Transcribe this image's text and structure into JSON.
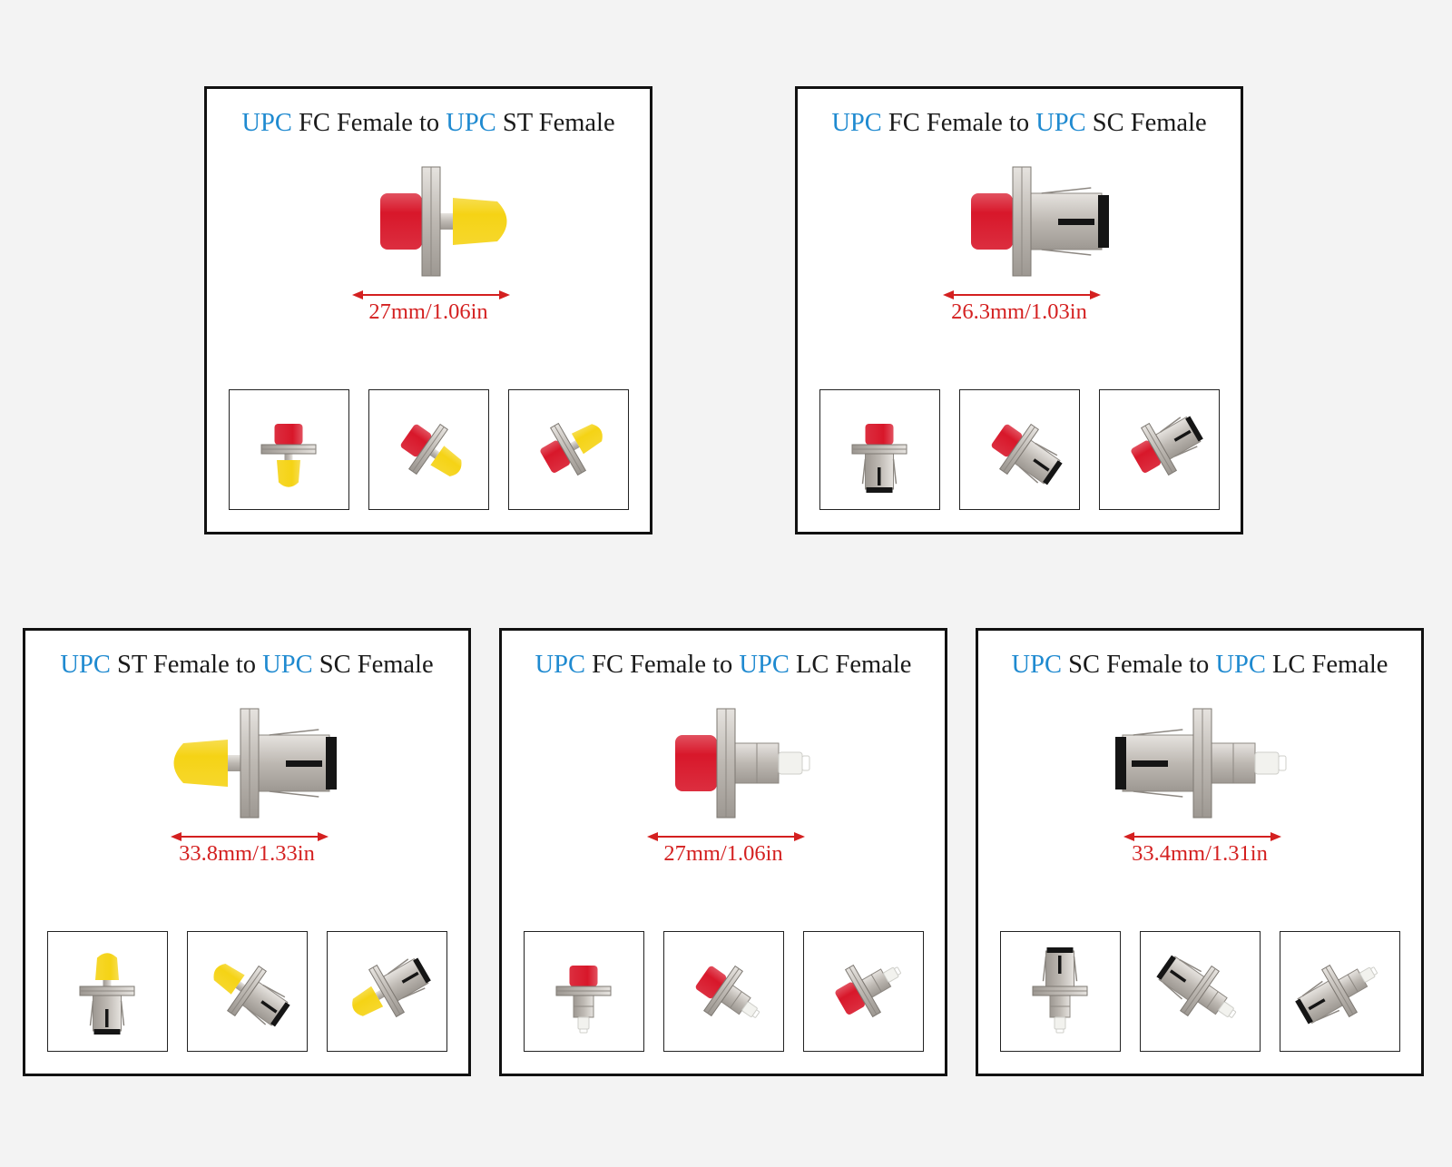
{
  "cards": [
    {
      "title": {
        "p1": "UPC",
        "p2": " FC Female to ",
        "p3": "UPC",
        "p4": " ST Female"
      },
      "dimension": "27mm/1.06in",
      "left_connector": "fc-red-cap",
      "right_connector": "st-yellow-cap",
      "thumbnails": [
        "front-view",
        "angled-view",
        "rear-angled-view"
      ]
    },
    {
      "title": {
        "p1": "UPC",
        "p2": " FC Female to ",
        "p3": "UPC",
        "p4": " SC Female"
      },
      "dimension": "26.3mm/1.03in",
      "left_connector": "fc-red-cap",
      "right_connector": "sc-metal-body",
      "thumbnails": [
        "front-view",
        "angled-view",
        "rear-angled-view"
      ]
    },
    {
      "title": {
        "p1": "UPC",
        "p2": " ST Female to ",
        "p3": "UPC",
        "p4": " SC Female"
      },
      "dimension": "33.8mm/1.33in",
      "left_connector": "st-yellow-cap",
      "right_connector": "sc-metal-body",
      "thumbnails": [
        "front-view",
        "angled-view",
        "rear-angled-view"
      ]
    },
    {
      "title": {
        "p1": "UPC",
        "p2": " FC Female to ",
        "p3": "UPC",
        "p4": " LC Female"
      },
      "dimension": "27mm/1.06in",
      "left_connector": "fc-red-cap",
      "right_connector": "lc-metal-body",
      "thumbnails": [
        "front-view",
        "angled-view",
        "rear-angled-view"
      ]
    },
    {
      "title": {
        "p1": "UPC",
        "p2": " SC Female to ",
        "p3": "UPC",
        "p4": " LC Female"
      },
      "dimension": "33.4mm/1.31in",
      "left_connector": "sc-metal-body",
      "right_connector": "lc-metal-body",
      "thumbnails": [
        "front-view",
        "angled-view",
        "rear-angled-view"
      ]
    }
  ],
  "colors": {
    "highlight_blue": "#1f8ad0",
    "dimension_red": "#d42020",
    "fc_cap_red": "#d8172a",
    "st_cap_yellow": "#f5d315",
    "metal": "#c9c5c0",
    "sc_black": "#151515"
  }
}
